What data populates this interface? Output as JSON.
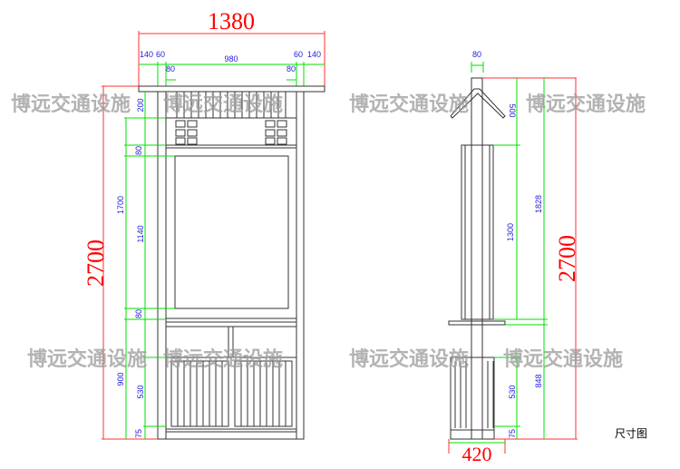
{
  "front_view": {
    "overall_width": "1380",
    "overall_height": "2700",
    "top_dims": [
      "140",
      "60",
      "980",
      "60",
      "140"
    ],
    "post_dims": [
      "80",
      "80"
    ],
    "left_dims": [
      "200",
      "80",
      "1700",
      "1140",
      "80",
      "900",
      "530",
      "75"
    ]
  },
  "side_view": {
    "pole_width": "80",
    "base_width": "420",
    "overall_height": "2700",
    "right_dims": [
      "500",
      "1300",
      "1828",
      "530",
      "848",
      "75"
    ]
  },
  "watermark": "博远交通设施",
  "caption": "尺寸图",
  "colors": {
    "dimension_text": "#2020e0",
    "extension_line": "#00e000",
    "overall_dim": "#ff0000"
  }
}
